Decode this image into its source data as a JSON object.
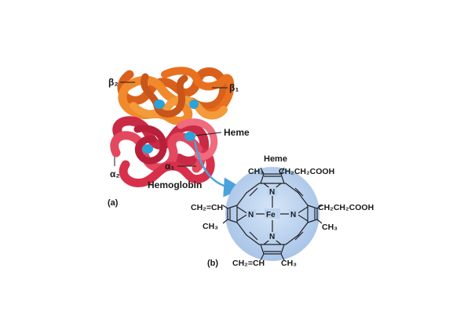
{
  "labels": {
    "beta2": "β₂",
    "beta1": "β₁",
    "heme_callout": "Heme",
    "alpha2": "α₂",
    "alpha1": "α₁",
    "protein_name": "Hemoglobin",
    "part_a": "(a)",
    "part_b": "(b)"
  },
  "molecule": {
    "title": "Heme",
    "center_atom": "Fe",
    "ring_nitrogen": "N",
    "substituents": {
      "top_left": "CH₃",
      "top_right": "CH₂CH₂COOH",
      "left_upper": "CH₂=CH",
      "left_lower": "CH₃",
      "right_upper": "CH₂CH₂COOH",
      "right_lower": "CH₃",
      "bottom_left": "CH₂=CH",
      "bottom_right": "CH₃"
    }
  },
  "colors": {
    "beta_chain": "#e8701f",
    "alpha_chain": "#d8304a",
    "heme_group": "#2aa3d9",
    "molecule_disc": "#bcd3ee",
    "arrow": "#4ba3dc"
  }
}
